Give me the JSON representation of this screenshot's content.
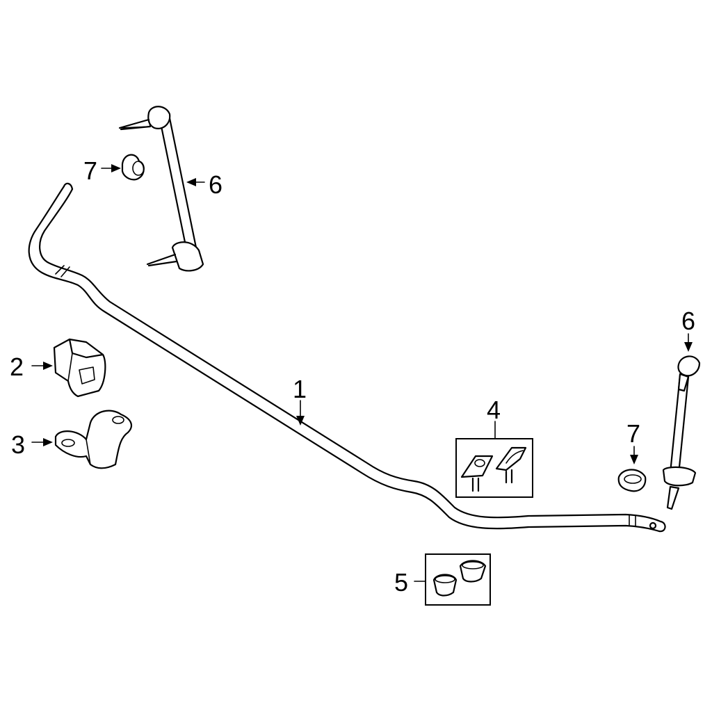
{
  "callouts": {
    "c1": "1",
    "c2": "2",
    "c3": "3",
    "c4": "4",
    "c5": "5",
    "c6_left": "6",
    "c6_right": "6",
    "c7_left": "7",
    "c7_right": "7"
  },
  "parts": [
    {
      "ref": "1",
      "name": "stabilizer-bar"
    },
    {
      "ref": "2",
      "name": "stabilizer-bushing"
    },
    {
      "ref": "3",
      "name": "bushing-bracket"
    },
    {
      "ref": "4",
      "name": "bracket-bolt-set"
    },
    {
      "ref": "5",
      "name": "end-bushing-set"
    },
    {
      "ref": "6",
      "name": "stabilizer-link"
    },
    {
      "ref": "7",
      "name": "link-nut"
    }
  ],
  "colors": {
    "line": "#000000",
    "background": "#ffffff"
  }
}
